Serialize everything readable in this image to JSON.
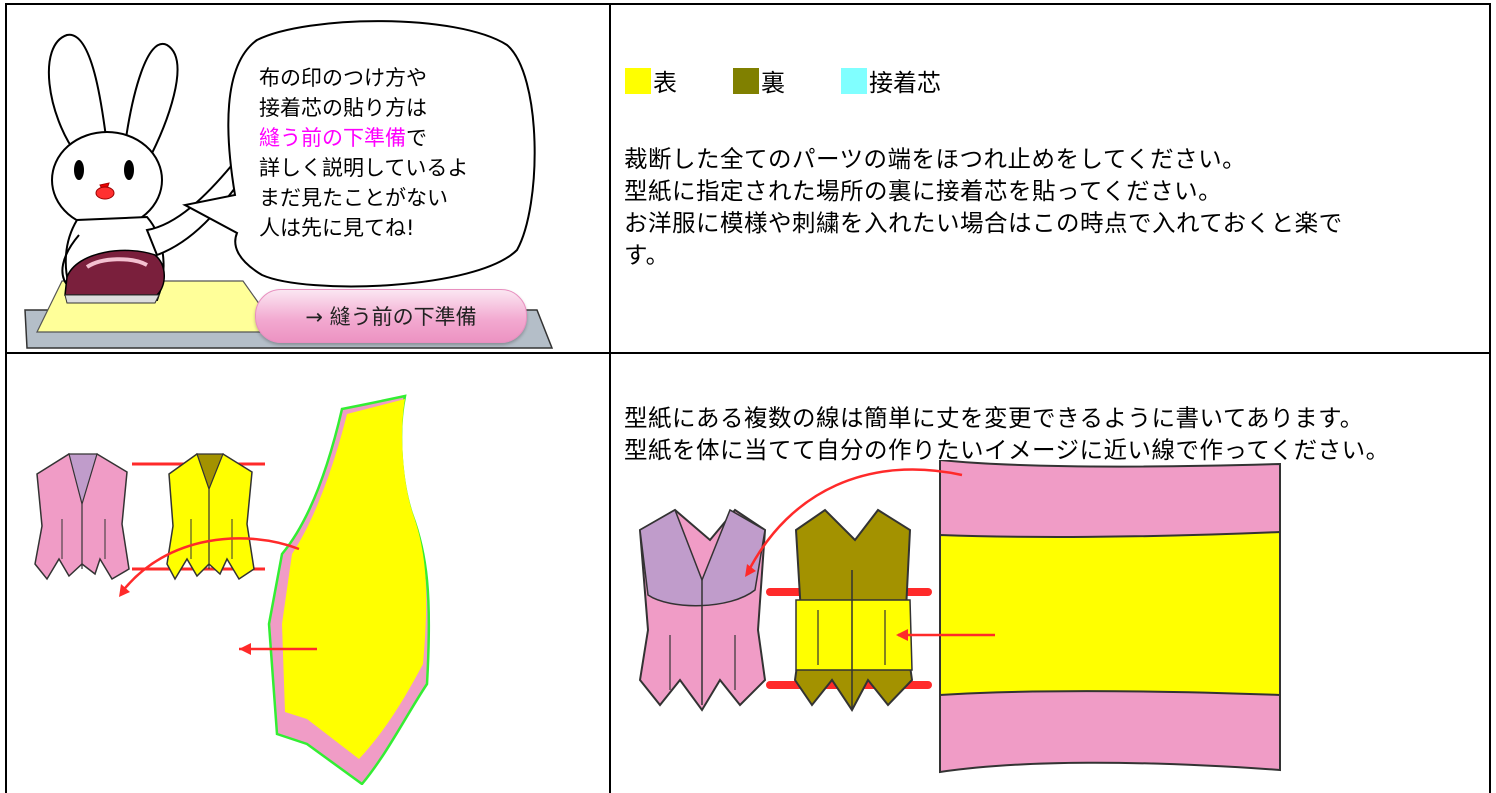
{
  "bubble": {
    "line1": "布の印のつけ方や",
    "line2": "接着芯の貼り方は",
    "line3_link": "縫う前の下準備",
    "line3_rest": "で",
    "line4": "詳しく説明しているよ",
    "line5": "まだ見たことがない",
    "line6": "人は先に見てね!"
  },
  "button": {
    "label": "→ 縫う前の下準備"
  },
  "legend": [
    {
      "label": "表",
      "color": "#ffff00"
    },
    {
      "label": "裏",
      "color": "#808000"
    },
    {
      "label": "接着芯",
      "color": "#80ffff"
    }
  ],
  "instructions_top": [
    "裁断した全てのパーツの端をほつれ止めをしてください。",
    "型紙に指定された場所の裏に接着芯を貼ってください。",
    "お洋服に模様や刺繍を入れたい場合はこの時点で入れておくと楽で",
    "す。"
  ],
  "instructions_bottom": [
    "型紙にある複数の線は簡単に丈を変更できるように書いてあります。",
    "型紙を体に当てて自分の作りたいイメージに近い線で作ってください。"
  ],
  "colors": {
    "pink": "#f09cc6",
    "lavender": "#c09ccb",
    "yellow": "#ffff00",
    "olive": "#a39200",
    "red": "#ff2a2a",
    "green_outline": "#33ee33",
    "board": "#b4bec8",
    "cloth": "#ffff99",
    "iron": "#7a1f3c"
  }
}
